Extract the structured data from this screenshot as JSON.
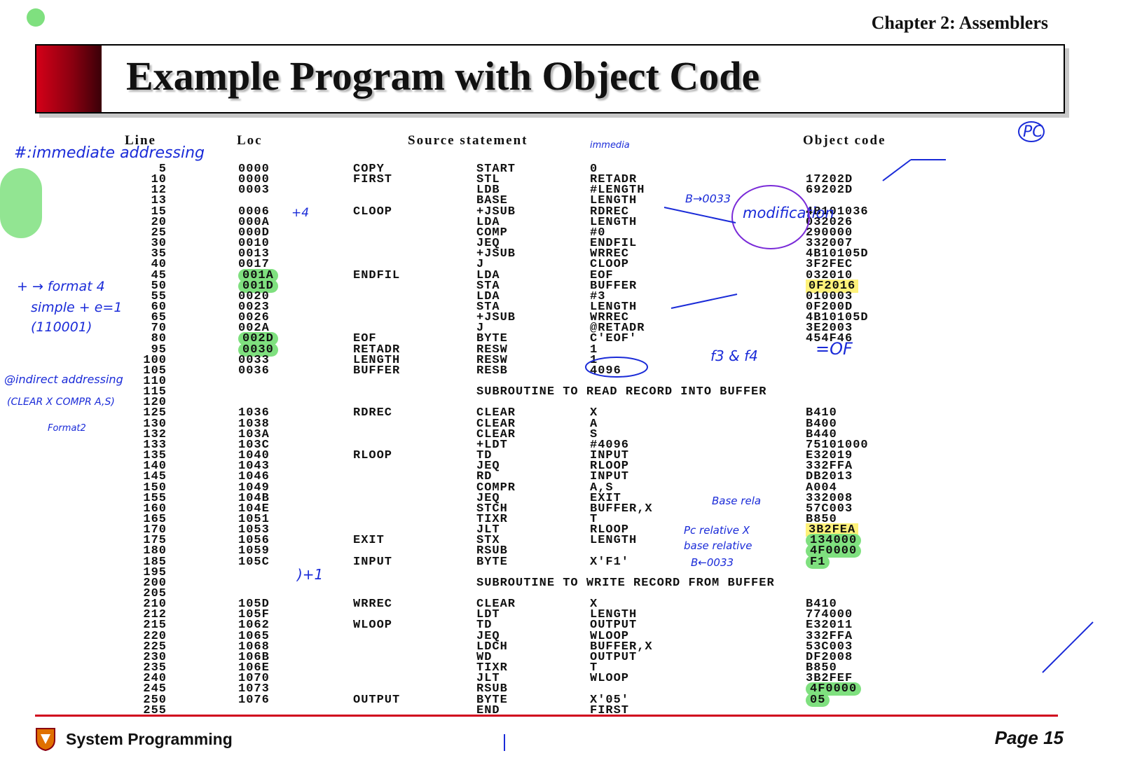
{
  "header": {
    "chapter": "Chapter 2: Assemblers",
    "title": "Example Program with Object Code"
  },
  "columns": [
    "Line",
    "Loc",
    "Source statement",
    "Object code"
  ],
  "rows": [
    {
      "line": "5",
      "loc": "0000",
      "label": "COPY",
      "op": "START",
      "operand": "0",
      "obj": ""
    },
    {
      "line": "10",
      "loc": "0000",
      "label": "FIRST",
      "op": "STL",
      "operand": "RETADR",
      "obj": "17202D"
    },
    {
      "line": "12",
      "loc": "0003",
      "label": "",
      "op": "LDB",
      "operand": "#LENGTH",
      "obj": "69202D"
    },
    {
      "line": "13",
      "loc": "",
      "label": "",
      "op": "BASE",
      "operand": "LENGTH",
      "obj": ""
    },
    {
      "line": "15",
      "loc": "0006",
      "label": "CLOOP",
      "op": "+JSUB",
      "operand": "RDREC",
      "obj": "4B101036"
    },
    {
      "line": "20",
      "loc": "000A",
      "label": "",
      "op": "LDA",
      "operand": "LENGTH",
      "obj": "032026"
    },
    {
      "line": "25",
      "loc": "000D",
      "label": "",
      "op": "COMP",
      "operand": "#0",
      "obj": "290000"
    },
    {
      "line": "30",
      "loc": "0010",
      "label": "",
      "op": "JEQ",
      "operand": "ENDFIL",
      "obj": "332007"
    },
    {
      "line": "35",
      "loc": "0013",
      "label": "",
      "op": "+JSUB",
      "operand": "WRREC",
      "obj": "4B10105D"
    },
    {
      "line": "40",
      "loc": "0017",
      "label": "",
      "op": "J",
      "operand": "CLOOP",
      "obj": "3F2FEC"
    },
    {
      "line": "45",
      "loc": "001A",
      "label": "ENDFIL",
      "op": "LDA",
      "operand": "EOF",
      "obj": "032010"
    },
    {
      "line": "50",
      "loc": "001D",
      "label": "",
      "op": "STA",
      "operand": "BUFFER",
      "obj": "0F2016"
    },
    {
      "line": "55",
      "loc": "0020",
      "label": "",
      "op": "LDA",
      "operand": "#3",
      "obj": "010003"
    },
    {
      "line": "60",
      "loc": "0023",
      "label": "",
      "op": "STA",
      "operand": "LENGTH",
      "obj": "0F200D"
    },
    {
      "line": "65",
      "loc": "0026",
      "label": "",
      "op": "+JSUB",
      "operand": "WRREC",
      "obj": "4B10105D"
    },
    {
      "line": "70",
      "loc": "002A",
      "label": "",
      "op": "J",
      "operand": "@RETADR",
      "obj": "3E2003"
    },
    {
      "line": "80",
      "loc": "002D",
      "label": "EOF",
      "op": "BYTE",
      "operand": "C'EOF'",
      "obj": "454F46"
    },
    {
      "line": "95",
      "loc": "0030",
      "label": "RETADR",
      "op": "RESW",
      "operand": "1",
      "obj": ""
    },
    {
      "line": "100",
      "loc": "0033",
      "label": "LENGTH",
      "op": "RESW",
      "operand": "1",
      "obj": ""
    },
    {
      "line": "105",
      "loc": "0036",
      "label": "BUFFER",
      "op": "RESB",
      "operand": "4096",
      "obj": ""
    },
    {
      "line": "110",
      "loc": "",
      "label": "",
      "op": "",
      "operand": "",
      "obj": ""
    },
    {
      "line": "115",
      "loc": "",
      "label": "",
      "op": "SUBROUTINE TO READ RECORD INTO BUFFER",
      "operand": "",
      "obj": ""
    },
    {
      "line": "120",
      "loc": "",
      "label": "",
      "op": "",
      "operand": "",
      "obj": ""
    },
    {
      "line": "125",
      "loc": "1036",
      "label": "RDREC",
      "op": "CLEAR",
      "operand": "X",
      "obj": "B410"
    },
    {
      "line": "130",
      "loc": "1038",
      "label": "",
      "op": "CLEAR",
      "operand": "A",
      "obj": "B400"
    },
    {
      "line": "132",
      "loc": "103A",
      "label": "",
      "op": "CLEAR",
      "operand": "S",
      "obj": "B440"
    },
    {
      "line": "133",
      "loc": "103C",
      "label": "",
      "op": "+LDT",
      "operand": "#4096",
      "obj": "75101000"
    },
    {
      "line": "135",
      "loc": "1040",
      "label": "RLOOP",
      "op": "TD",
      "operand": "INPUT",
      "obj": "E32019"
    },
    {
      "line": "140",
      "loc": "1043",
      "label": "",
      "op": "JEQ",
      "operand": "RLOOP",
      "obj": "332FFA"
    },
    {
      "line": "145",
      "loc": "1046",
      "label": "",
      "op": "RD",
      "operand": "INPUT",
      "obj": "DB2013"
    },
    {
      "line": "150",
      "loc": "1049",
      "label": "",
      "op": "COMPR",
      "operand": "A,S",
      "obj": "A004"
    },
    {
      "line": "155",
      "loc": "104B",
      "label": "",
      "op": "JEQ",
      "operand": "EXIT",
      "obj": "332008"
    },
    {
      "line": "160",
      "loc": "104E",
      "label": "",
      "op": "STCH",
      "operand": "BUFFER,X",
      "obj": "57C003"
    },
    {
      "line": "165",
      "loc": "1051",
      "label": "",
      "op": "TIXR",
      "operand": "T",
      "obj": "B850"
    },
    {
      "line": "170",
      "loc": "1053",
      "label": "",
      "op": "JLT",
      "operand": "RLOOP",
      "obj": "3B2FEA"
    },
    {
      "line": "175",
      "loc": "1056",
      "label": "EXIT",
      "op": "STX",
      "operand": "LENGTH",
      "obj": "134000"
    },
    {
      "line": "180",
      "loc": "1059",
      "label": "",
      "op": "RSUB",
      "operand": "",
      "obj": "4F0000"
    },
    {
      "line": "185",
      "loc": "105C",
      "label": "INPUT",
      "op": "BYTE",
      "operand": "X'F1'",
      "obj": "F1"
    },
    {
      "line": "195",
      "loc": "",
      "label": "",
      "op": "",
      "operand": "",
      "obj": ""
    },
    {
      "line": "200",
      "loc": "",
      "label": "",
      "op": "SUBROUTINE TO WRITE RECORD FROM BUFFER",
      "operand": "",
      "obj": ""
    },
    {
      "line": "205",
      "loc": "",
      "label": "",
      "op": "",
      "operand": "",
      "obj": ""
    },
    {
      "line": "210",
      "loc": "105D",
      "label": "WRREC",
      "op": "CLEAR",
      "operand": "X",
      "obj": "B410"
    },
    {
      "line": "212",
      "loc": "105F",
      "label": "",
      "op": "LDT",
      "operand": "LENGTH",
      "obj": "774000"
    },
    {
      "line": "215",
      "loc": "1062",
      "label": "WLOOP",
      "op": "TD",
      "operand": "OUTPUT",
      "obj": "E32011"
    },
    {
      "line": "220",
      "loc": "1065",
      "label": "",
      "op": "JEQ",
      "operand": "WLOOP",
      "obj": "332FFA"
    },
    {
      "line": "225",
      "loc": "1068",
      "label": "",
      "op": "LDCH",
      "operand": "BUFFER,X",
      "obj": "53C003"
    },
    {
      "line": "230",
      "loc": "106B",
      "label": "",
      "op": "WD",
      "operand": "OUTPUT",
      "obj": "DF2008"
    },
    {
      "line": "235",
      "loc": "106E",
      "label": "",
      "op": "TIXR",
      "operand": "T",
      "obj": "B850"
    },
    {
      "line": "240",
      "loc": "1070",
      "label": "",
      "op": "JLT",
      "operand": "WLOOP",
      "obj": "3B2FEF"
    },
    {
      "line": "245",
      "loc": "1073",
      "label": "",
      "op": "RSUB",
      "operand": "",
      "obj": "4F0000"
    },
    {
      "line": "250",
      "loc": "1076",
      "label": "OUTPUT",
      "op": "BYTE",
      "operand": "X'05'",
      "obj": "05"
    },
    {
      "line": "255",
      "loc": "",
      "label": "",
      "op": "END",
      "operand": "FIRST",
      "obj": ""
    }
  ],
  "annotations": {
    "immediate": "#:immediate addressing",
    "format4": "+ → format 4",
    "simple": "simple + e=1",
    "bits": "(110001)",
    "indirect": "@indirect addressing",
    "clear": "(CLEAR X COMPR A,S)",
    "format2": "Format2",
    "modification": "modification",
    "pc": "PC",
    "b0033": "B→0033",
    "fb": "f3 & f4",
    "pcrel": "Pc relative X",
    "baserel": "base relative",
    "bval": "B←0033",
    "eof": "=OF",
    "plus4": "+4",
    "plus1": ")+1",
    "base": "Base rela",
    "immed": "immedia"
  },
  "footer": {
    "course": "System Programming",
    "page": "Page 15"
  },
  "colors": {
    "highlight_green": "#7fe07f",
    "highlight_yellow": "#fff27a",
    "ink_blue": "#1a2bd8",
    "accent_red": "#d0001c"
  }
}
